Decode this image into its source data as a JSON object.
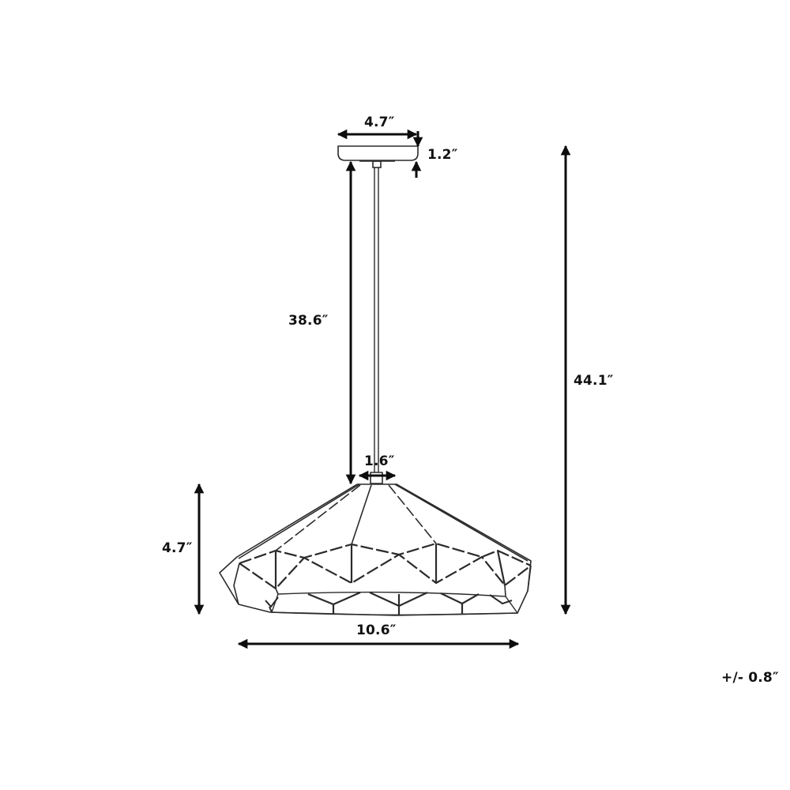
{
  "diagram": {
    "subject": "pendant-lamp-dimensions",
    "colors": {
      "line": "#2b2b2b",
      "arrow": "#0d0d0d",
      "background": "#ffffff",
      "text": "#111111"
    },
    "dimensions": {
      "canopy_width": "4.7″",
      "canopy_height": "1.2″",
      "cord_length": "38.6″",
      "total_height": "44.1″",
      "shade_top_diameter": "1.6″",
      "shade_height": "4.7″",
      "shade_diameter": "10.6″"
    },
    "tolerance": "+/- 0.8″"
  }
}
